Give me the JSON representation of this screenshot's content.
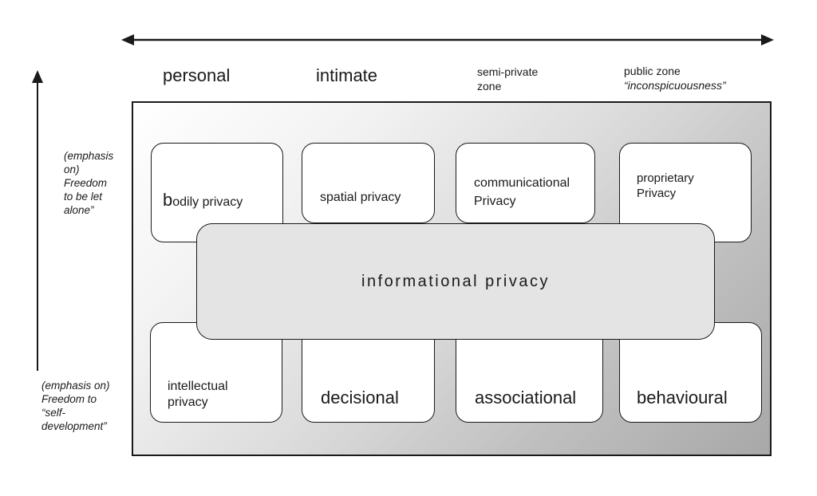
{
  "zones": {
    "personal": "personal",
    "intimate": "intimate",
    "semi_private_line1": "semi-private",
    "semi_private_line2": "zone",
    "public_line1": "public zone",
    "public_line2": "“inconspicuousness”"
  },
  "axis": {
    "top_label": "(emphasis\non)\nFreedom\nto be  let\nalone”",
    "bottom_label": "(emphasis on)\nFreedom to\n“self-\ndevelopment”"
  },
  "boxes": {
    "bodily_initial": "b",
    "bodily_rest": "odily privacy",
    "spatial": "spatial privacy",
    "communicational_line1": "communicational",
    "communicational_line2": "Privacy",
    "proprietary_line1": "proprietary",
    "proprietary_line2": "Privacy",
    "intellectual_line1": "intellectual",
    "intellectual_line2": "privacy",
    "decisional": "decisional",
    "associational": "associational",
    "behavioural": "behavioural"
  },
  "center": {
    "label": "informational privacy"
  },
  "colors": {
    "panel_gradient_start": "#ffffff",
    "panel_gradient_end": "#a8a8a8",
    "center_fill": "#e4e4e4",
    "box_fill": "#ffffff",
    "stroke": "#1a1a1a"
  }
}
